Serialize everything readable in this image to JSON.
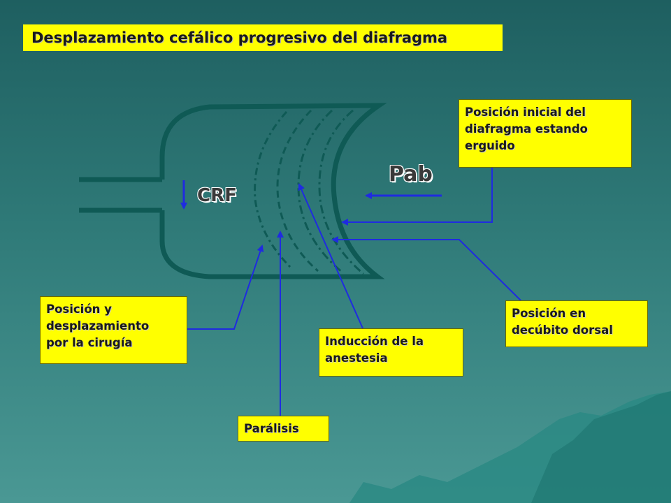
{
  "title": "Desplazamiento cefálico progresivo del diafragma",
  "labels": {
    "crf": "CRF",
    "pab": "Pab"
  },
  "boxes": {
    "initial": "Posición inicial del\ndiafragma estando\nerguido",
    "decubito": "Posición en\ndecúbito dorsal",
    "induccion": "Inducción de la\nanestesia",
    "paralisis": "Parálisis",
    "cirugia": "Posición y\ndesplazamiento\npor la cirugía"
  },
  "colors": {
    "box_fill": "#ffff00",
    "arrow": "#1f2be0",
    "outline": "#0f5a55"
  }
}
